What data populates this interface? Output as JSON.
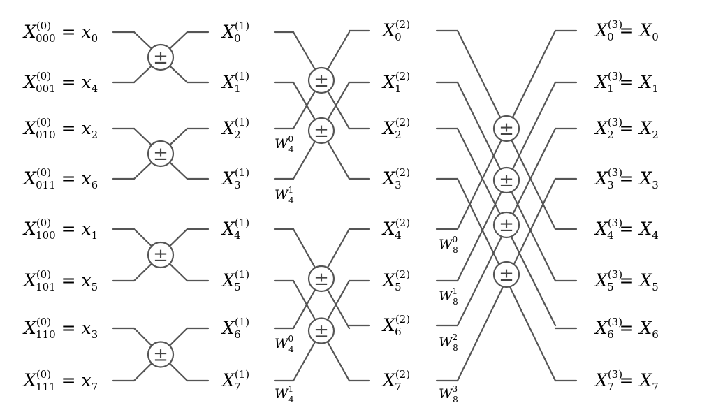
{
  "stage0": {
    "label": "X",
    "sup": "(0)",
    "items": [
      {
        "sub": "000",
        "rhs": "x",
        "rhs_sub": "0"
      },
      {
        "sub": "001",
        "rhs": "x",
        "rhs_sub": "4"
      },
      {
        "sub": "010",
        "rhs": "x",
        "rhs_sub": "2"
      },
      {
        "sub": "011",
        "rhs": "x",
        "rhs_sub": "6"
      },
      {
        "sub": "100",
        "rhs": "x",
        "rhs_sub": "1"
      },
      {
        "sub": "101",
        "rhs": "x",
        "rhs_sub": "5"
      },
      {
        "sub": "110",
        "rhs": "x",
        "rhs_sub": "3"
      },
      {
        "sub": "111",
        "rhs": "x",
        "rhs_sub": "7"
      }
    ]
  },
  "stage1": {
    "label": "X",
    "sup": "(1)",
    "subs": [
      "0",
      "1",
      "2",
      "3",
      "4",
      "5",
      "6",
      "7"
    ]
  },
  "stage2": {
    "label": "X",
    "sup": "(2)",
    "subs": [
      "0",
      "1",
      "2",
      "3",
      "4",
      "5",
      "6",
      "7"
    ]
  },
  "stage3": {
    "label": "X",
    "sup": "(3)",
    "items": [
      {
        "sub": "0",
        "rhs": "X",
        "rhs_sub": "0"
      },
      {
        "sub": "1",
        "rhs": "X",
        "rhs_sub": "1"
      },
      {
        "sub": "2",
        "rhs": "X",
        "rhs_sub": "2"
      },
      {
        "sub": "3",
        "rhs": "X",
        "rhs_sub": "3"
      },
      {
        "sub": "4",
        "rhs": "X",
        "rhs_sub": "4"
      },
      {
        "sub": "5",
        "rhs": "X",
        "rhs_sub": "5"
      },
      {
        "sub": "6",
        "rhs": "X",
        "rhs_sub": "6"
      },
      {
        "sub": "7",
        "rhs": "X",
        "rhs_sub": "7"
      }
    ]
  },
  "equals": "=",
  "node_symbol": "±",
  "twiddles": {
    "stage2": [
      {
        "base": "W",
        "sub": "4",
        "sup": "0"
      },
      {
        "base": "W",
        "sub": "4",
        "sup": "1"
      },
      {
        "base": "W",
        "sub": "4",
        "sup": "0"
      },
      {
        "base": "W",
        "sub": "4",
        "sup": "1"
      }
    ],
    "stage3": [
      {
        "base": "W",
        "sub": "8",
        "sup": "0"
      },
      {
        "base": "W",
        "sub": "8",
        "sup": "1"
      },
      {
        "base": "W",
        "sub": "8",
        "sup": "2"
      },
      {
        "base": "W",
        "sub": "8",
        "sup": "3"
      }
    ]
  },
  "colors": {
    "wire": "#555555",
    "text": "#000000",
    "node_fill": "#ffffff"
  }
}
